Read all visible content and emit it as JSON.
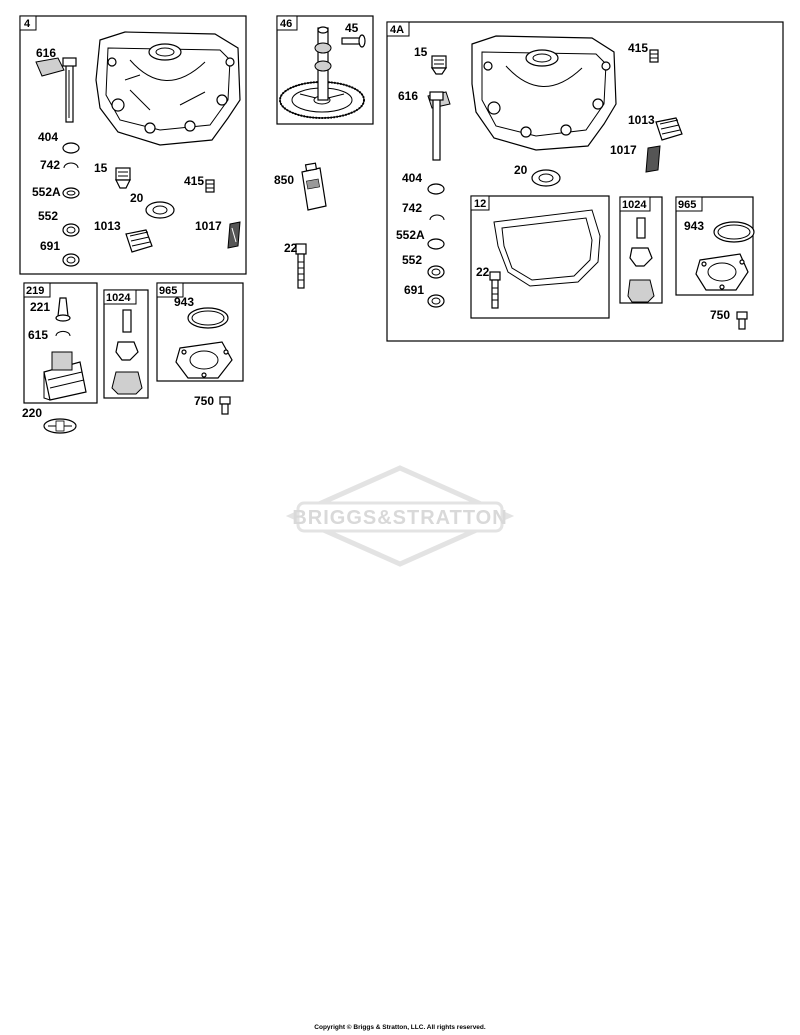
{
  "boxes": {
    "box4": "4",
    "box46": "46",
    "box4a": "4A",
    "box219": "219",
    "box1024a": "1024",
    "box965a": "965",
    "box12": "12",
    "box1024b": "1024",
    "box965b": "965"
  },
  "labels": {
    "l616a": "616",
    "l404a": "404",
    "l742a": "742",
    "l552Aa": "552A",
    "l552a": "552",
    "l691a": "691",
    "l15a": "15",
    "l20a": "20",
    "l415a": "415",
    "l1013a": "1013",
    "l1017a": "1017",
    "l45": "45",
    "l850": "850",
    "l22a": "22",
    "l15b": "15",
    "l415b": "415",
    "l616b": "616",
    "l1013b": "1013",
    "l1017b": "1017",
    "l20b": "20",
    "l404b": "404",
    "l742b": "742",
    "l552Ab": "552A",
    "l552b": "552",
    "l691b": "691",
    "l22b": "22",
    "l943b": "943",
    "l750b": "750",
    "l221": "221",
    "l615": "615",
    "l220": "220",
    "l943a": "943",
    "l750a": "750"
  },
  "watermark": "BRIGGS&STRATTON",
  "footer": "Copyright © Briggs & Stratton, LLC. All rights reserved.",
  "colors": {
    "line": "#000000",
    "watermark": "#d9d9d9"
  }
}
